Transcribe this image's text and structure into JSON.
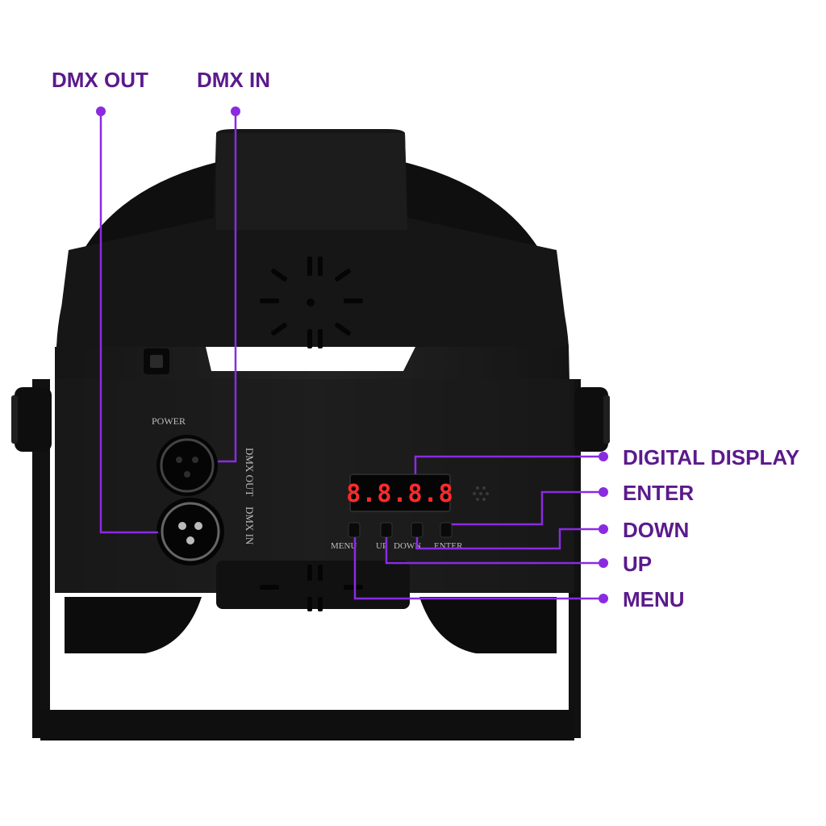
{
  "callouts": {
    "dmx_out": "DMX OUT",
    "dmx_in": "DMX IN",
    "digital_display": "DIGITAL DISPLAY",
    "enter": "ENTER",
    "down": "DOWN",
    "up": "UP",
    "menu": "MENU"
  },
  "panel": {
    "power": "POWER",
    "dmx_out": "DMX OUT",
    "dmx_in": "DMX IN",
    "display_value": "8.8.8.8",
    "menu": "MENU",
    "up": "UP",
    "down": "DOWN",
    "enter": "ENTER"
  },
  "colors": {
    "callout_text": "#5b1a8c",
    "callout_line": "#8a2be2",
    "display_digits": "#ff2a2a",
    "body": "#1a1a1a"
  }
}
